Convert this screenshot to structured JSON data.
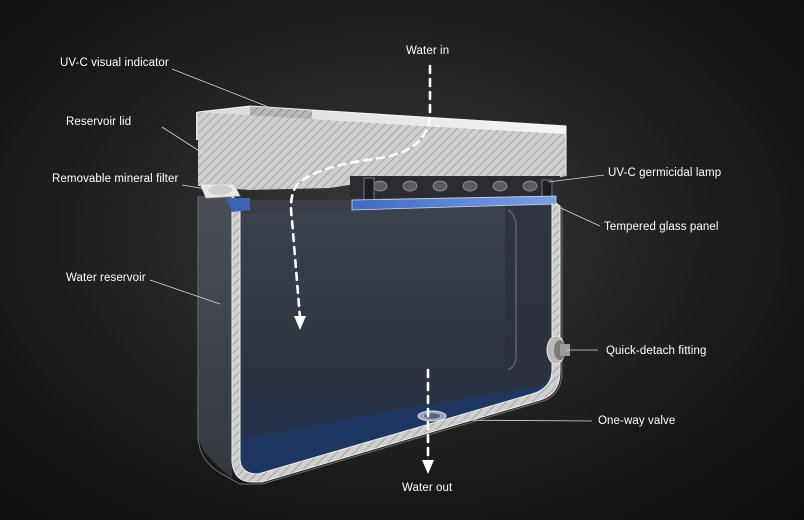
{
  "labels": {
    "water_in": "Water in",
    "uvc_indicator": "UV-C visual indicator",
    "reservoir_lid": "Reservoir lid",
    "mineral_filter": "Removable mineral filter",
    "water_reservoir": "Water reservoir",
    "uvc_lamp": "UV-C germicidal lamp",
    "glass_panel": "Tempered glass panel",
    "quick_detach": "Quick-detach fitting",
    "one_way_valve": "One-way valve",
    "water_out": "Water out"
  },
  "colors": {
    "background": "#1b1b1b",
    "text": "#ffffff",
    "leader_line": "#d8d8d8",
    "reservoir_body": "#2c3340",
    "reservoir_edge": "#e6e6e6",
    "glass": "#4a6fb5",
    "flow_arrow": "#ffffff"
  }
}
